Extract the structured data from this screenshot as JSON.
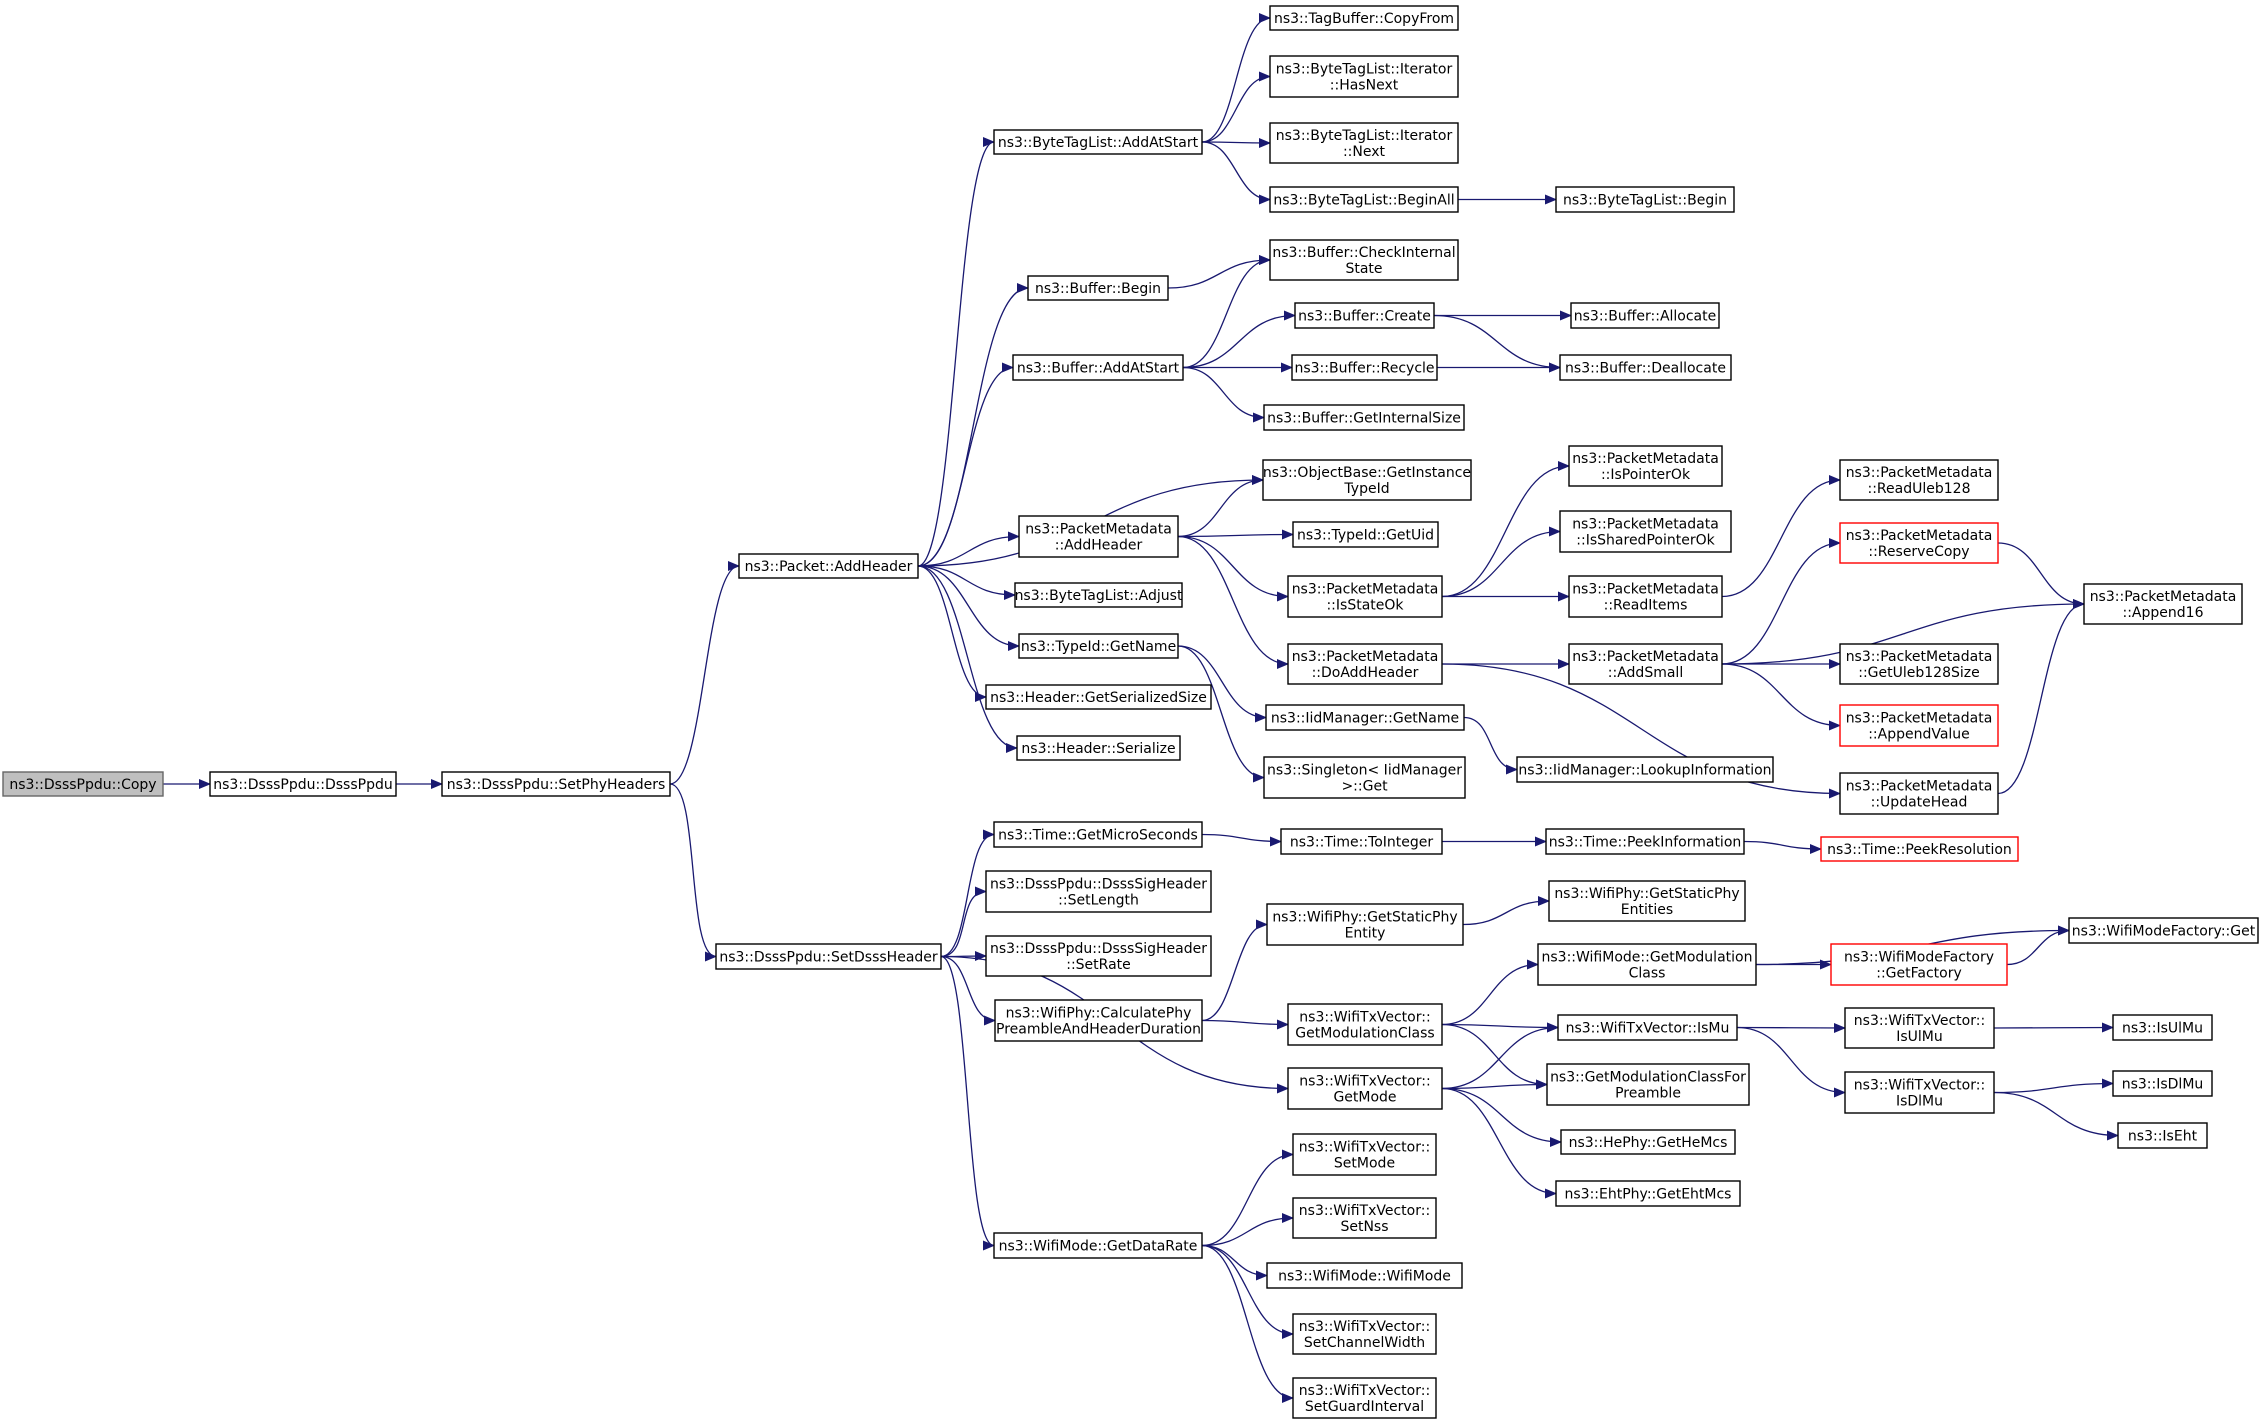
{
  "colors": {
    "edge": "#191970",
    "node_border": "#000000",
    "truncated_border": "#ff0000",
    "root_fill": "#bfbfbf"
  },
  "nodes": [
    {
      "id": "copy",
      "lines": [
        "ns3::DsssPpdu::Copy"
      ],
      "root": true
    },
    {
      "id": "ctor",
      "lines": [
        "ns3::DsssPpdu::DsssPpdu"
      ]
    },
    {
      "id": "setphy",
      "lines": [
        "ns3::DsssPpdu::SetPhyHeaders"
      ]
    },
    {
      "id": "addheader",
      "lines": [
        "ns3::Packet::AddHeader"
      ]
    },
    {
      "id": "setdsss",
      "lines": [
        "ns3::DsssPpdu::SetDsssHeader"
      ]
    },
    {
      "id": "btl_addatstart",
      "lines": [
        "ns3::ByteTagList::AddAtStart"
      ]
    },
    {
      "id": "buf_begin",
      "lines": [
        "ns3::Buffer::Begin"
      ]
    },
    {
      "id": "buf_addatstart",
      "lines": [
        "ns3::Buffer::AddAtStart"
      ]
    },
    {
      "id": "pm_addheader",
      "lines": [
        "ns3::PacketMetadata",
        "::AddHeader"
      ]
    },
    {
      "id": "btl_adjust",
      "lines": [
        "ns3::ByteTagList::Adjust"
      ]
    },
    {
      "id": "typeid_getname",
      "lines": [
        "ns3::TypeId::GetName"
      ]
    },
    {
      "id": "hdr_getser",
      "lines": [
        "ns3::Header::GetSerializedSize"
      ]
    },
    {
      "id": "hdr_ser",
      "lines": [
        "ns3::Header::Serialize"
      ]
    },
    {
      "id": "tag_copyfrom",
      "lines": [
        "ns3::TagBuffer::CopyFrom"
      ]
    },
    {
      "id": "it_hasnext",
      "lines": [
        "ns3::ByteTagList::Iterator",
        "::HasNext"
      ]
    },
    {
      "id": "it_next",
      "lines": [
        "ns3::ByteTagList::Iterator",
        "::Next"
      ]
    },
    {
      "id": "btl_beginall",
      "lines": [
        "ns3::ByteTagList::BeginAll"
      ]
    },
    {
      "id": "btl_begin",
      "lines": [
        "ns3::ByteTagList::Begin"
      ]
    },
    {
      "id": "buf_check",
      "lines": [
        "ns3::Buffer::CheckInternal",
        "State"
      ]
    },
    {
      "id": "buf_create",
      "lines": [
        "ns3::Buffer::Create"
      ]
    },
    {
      "id": "buf_recycle",
      "lines": [
        "ns3::Buffer::Recycle"
      ]
    },
    {
      "id": "buf_getint",
      "lines": [
        "ns3::Buffer::GetInternalSize"
      ]
    },
    {
      "id": "buf_alloc",
      "lines": [
        "ns3::Buffer::Allocate"
      ]
    },
    {
      "id": "buf_dealloc",
      "lines": [
        "ns3::Buffer::Deallocate"
      ]
    },
    {
      "id": "ob_getinst",
      "lines": [
        "ns3::ObjectBase::GetInstance",
        "TypeId"
      ]
    },
    {
      "id": "typeid_getuid",
      "lines": [
        "ns3::TypeId::GetUid"
      ]
    },
    {
      "id": "pm_isstateok",
      "lines": [
        "ns3::PacketMetadata",
        "::IsStateOk"
      ]
    },
    {
      "id": "pm_doadd",
      "lines": [
        "ns3::PacketMetadata",
        "::DoAddHeader"
      ]
    },
    {
      "id": "iid_getname",
      "lines": [
        "ns3::IidManager::GetName"
      ]
    },
    {
      "id": "singleton_get",
      "lines": [
        "ns3::Singleton< IidManager",
        ">::Get"
      ]
    },
    {
      "id": "pm_isptr",
      "lines": [
        "ns3::PacketMetadata",
        "::IsPointerOk"
      ]
    },
    {
      "id": "pm_isshared",
      "lines": [
        "ns3::PacketMetadata",
        "::IsSharedPointerOk"
      ]
    },
    {
      "id": "pm_readitems",
      "lines": [
        "ns3::PacketMetadata",
        "::ReadItems"
      ]
    },
    {
      "id": "pm_addsmall",
      "lines": [
        "ns3::PacketMetadata",
        "::AddSmall"
      ]
    },
    {
      "id": "iid_lookup",
      "lines": [
        "ns3::IidManager::LookupInformation"
      ]
    },
    {
      "id": "pm_readuleb",
      "lines": [
        "ns3::PacketMetadata",
        "::ReadUleb128"
      ]
    },
    {
      "id": "pm_reservecopy",
      "lines": [
        "ns3::PacketMetadata",
        "::ReserveCopy"
      ],
      "red": true
    },
    {
      "id": "pm_getuleb",
      "lines": [
        "ns3::PacketMetadata",
        "::GetUleb128Size"
      ]
    },
    {
      "id": "pm_appendvalue",
      "lines": [
        "ns3::PacketMetadata",
        "::AppendValue"
      ],
      "red": true
    },
    {
      "id": "pm_updatehead",
      "lines": [
        "ns3::PacketMetadata",
        "::UpdateHead"
      ]
    },
    {
      "id": "pm_append16",
      "lines": [
        "ns3::PacketMetadata",
        "::Append16"
      ]
    },
    {
      "id": "time_getmicro",
      "lines": [
        "ns3::Time::GetMicroSeconds"
      ]
    },
    {
      "id": "sig_setlength",
      "lines": [
        "ns3::DsssPpdu::DsssSigHeader",
        "::SetLength"
      ]
    },
    {
      "id": "sig_setrate",
      "lines": [
        "ns3::DsssPpdu::DsssSigHeader",
        "::SetRate"
      ]
    },
    {
      "id": "phy_calc",
      "lines": [
        "ns3::WifiPhy::CalculatePhy",
        "PreambleAndHeaderDuration"
      ]
    },
    {
      "id": "wm_getdatarate",
      "lines": [
        "ns3::WifiMode::GetDataRate"
      ]
    },
    {
      "id": "time_toint",
      "lines": [
        "ns3::Time::ToInteger"
      ]
    },
    {
      "id": "time_peekinfo",
      "lines": [
        "ns3::Time::PeekInformation"
      ]
    },
    {
      "id": "time_peekres",
      "lines": [
        "ns3::Time::PeekResolution"
      ],
      "red": true
    },
    {
      "id": "phy_getstatic",
      "lines": [
        "ns3::WifiPhy::GetStaticPhy",
        "Entity"
      ]
    },
    {
      "id": "phy_getstatics",
      "lines": [
        "ns3::WifiPhy::GetStaticPhy",
        "Entities"
      ]
    },
    {
      "id": "txv_getmodclass",
      "lines": [
        "ns3::WifiTxVector::",
        "GetModulationClass"
      ]
    },
    {
      "id": "txv_getmode",
      "lines": [
        "ns3::WifiTxVector::",
        "GetMode"
      ]
    },
    {
      "id": "wm_getmodclass",
      "lines": [
        "ns3::WifiMode::GetModulation",
        "Class"
      ]
    },
    {
      "id": "txv_ismu",
      "lines": [
        "ns3::WifiTxVector::IsMu"
      ]
    },
    {
      "id": "getmodpre",
      "lines": [
        "ns3::GetModulationClassFor",
        "Preamble"
      ]
    },
    {
      "id": "he_getmcs",
      "lines": [
        "ns3::HePhy::GetHeMcs"
      ]
    },
    {
      "id": "eht_getmcs",
      "lines": [
        "ns3::EhtPhy::GetEhtMcs"
      ]
    },
    {
      "id": "wmf_getfactory",
      "lines": [
        "ns3::WifiModeFactory",
        "::GetFactory"
      ],
      "red": true
    },
    {
      "id": "wmf_get",
      "lines": [
        "ns3::WifiModeFactory::Get"
      ]
    },
    {
      "id": "txv_isulmu",
      "lines": [
        "ns3::WifiTxVector::",
        "IsUlMu"
      ]
    },
    {
      "id": "txv_isdlmu",
      "lines": [
        "ns3::WifiTxVector::",
        "IsDlMu"
      ]
    },
    {
      "id": "isulmu",
      "lines": [
        "ns3::IsUlMu"
      ]
    },
    {
      "id": "isdlmu",
      "lines": [
        "ns3::IsDlMu"
      ]
    },
    {
      "id": "iseht",
      "lines": [
        "ns3::IsEht"
      ]
    },
    {
      "id": "txv_setmode",
      "lines": [
        "ns3::WifiTxVector::",
        "SetMode"
      ]
    },
    {
      "id": "txv_setnss",
      "lines": [
        "ns3::WifiTxVector::",
        "SetNss"
      ]
    },
    {
      "id": "wm_wifimode",
      "lines": [
        "ns3::WifiMode::WifiMode"
      ]
    },
    {
      "id": "txv_setcw",
      "lines": [
        "ns3::WifiTxVector::",
        "SetChannelWidth"
      ]
    },
    {
      "id": "txv_setgi",
      "lines": [
        "ns3::WifiTxVector::",
        "SetGuardInterval"
      ]
    }
  ],
  "edges": [
    [
      "copy",
      "ctor"
    ],
    [
      "ctor",
      "setphy"
    ],
    [
      "setphy",
      "addheader"
    ],
    [
      "setphy",
      "setdsss"
    ],
    [
      "addheader",
      "btl_addatstart"
    ],
    [
      "addheader",
      "buf_begin"
    ],
    [
      "addheader",
      "buf_addatstart"
    ],
    [
      "addheader",
      "ob_getinst"
    ],
    [
      "addheader",
      "pm_addheader"
    ],
    [
      "addheader",
      "btl_adjust"
    ],
    [
      "addheader",
      "typeid_getname"
    ],
    [
      "addheader",
      "hdr_getser"
    ],
    [
      "addheader",
      "hdr_ser"
    ],
    [
      "btl_addatstart",
      "tag_copyfrom"
    ],
    [
      "btl_addatstart",
      "it_hasnext"
    ],
    [
      "btl_addatstart",
      "it_next"
    ],
    [
      "btl_addatstart",
      "btl_beginall"
    ],
    [
      "btl_beginall",
      "btl_begin"
    ],
    [
      "buf_begin",
      "buf_check"
    ],
    [
      "buf_addatstart",
      "buf_check"
    ],
    [
      "buf_addatstart",
      "buf_create"
    ],
    [
      "buf_addatstart",
      "buf_recycle"
    ],
    [
      "buf_addatstart",
      "buf_getint"
    ],
    [
      "buf_create",
      "buf_alloc"
    ],
    [
      "buf_create",
      "buf_dealloc"
    ],
    [
      "buf_recycle",
      "buf_dealloc"
    ],
    [
      "pm_addheader",
      "ob_getinst"
    ],
    [
      "pm_addheader",
      "typeid_getuid"
    ],
    [
      "pm_addheader",
      "pm_isstateok"
    ],
    [
      "pm_addheader",
      "pm_doadd"
    ],
    [
      "typeid_getname",
      "iid_getname"
    ],
    [
      "typeid_getname",
      "singleton_get"
    ],
    [
      "iid_getname",
      "iid_lookup"
    ],
    [
      "pm_isstateok",
      "pm_isptr"
    ],
    [
      "pm_isstateok",
      "pm_isshared"
    ],
    [
      "pm_isstateok",
      "pm_readitems"
    ],
    [
      "pm_readitems",
      "pm_readuleb"
    ],
    [
      "pm_doadd",
      "pm_addsmall"
    ],
    [
      "pm_doadd",
      "pm_updatehead"
    ],
    [
      "pm_addsmall",
      "pm_reservecopy"
    ],
    [
      "pm_addsmall",
      "pm_append16"
    ],
    [
      "pm_addsmall",
      "pm_getuleb"
    ],
    [
      "pm_addsmall",
      "pm_appendvalue"
    ],
    [
      "pm_reservecopy",
      "pm_append16"
    ],
    [
      "pm_updatehead",
      "pm_append16"
    ],
    [
      "setdsss",
      "time_getmicro"
    ],
    [
      "setdsss",
      "sig_setlength"
    ],
    [
      "setdsss",
      "sig_setrate"
    ],
    [
      "setdsss",
      "phy_calc"
    ],
    [
      "setdsss",
      "txv_getmode"
    ],
    [
      "setdsss",
      "wm_getdatarate"
    ],
    [
      "time_getmicro",
      "time_toint"
    ],
    [
      "time_toint",
      "time_peekinfo"
    ],
    [
      "time_peekinfo",
      "time_peekres"
    ],
    [
      "phy_calc",
      "phy_getstatic"
    ],
    [
      "phy_calc",
      "txv_getmodclass"
    ],
    [
      "phy_getstatic",
      "phy_getstatics"
    ],
    [
      "txv_getmodclass",
      "wm_getmodclass"
    ],
    [
      "txv_getmodclass",
      "txv_ismu"
    ],
    [
      "txv_getmodclass",
      "getmodpre"
    ],
    [
      "txv_getmode",
      "txv_ismu"
    ],
    [
      "txv_getmode",
      "getmodpre"
    ],
    [
      "txv_getmode",
      "he_getmcs"
    ],
    [
      "txv_getmode",
      "eht_getmcs"
    ],
    [
      "wm_getmodclass",
      "wmf_getfactory"
    ],
    [
      "wm_getmodclass",
      "wmf_get"
    ],
    [
      "wmf_getfactory",
      "wmf_get"
    ],
    [
      "txv_ismu",
      "txv_isulmu"
    ],
    [
      "txv_ismu",
      "txv_isdlmu"
    ],
    [
      "txv_isulmu",
      "isulmu"
    ],
    [
      "txv_isdlmu",
      "isdlmu"
    ],
    [
      "txv_isdlmu",
      "iseht"
    ],
    [
      "wm_getdatarate",
      "txv_setmode"
    ],
    [
      "wm_getdatarate",
      "txv_setnss"
    ],
    [
      "wm_getdatarate",
      "wm_wifimode"
    ],
    [
      "wm_getdatarate",
      "txv_setcw"
    ],
    [
      "wm_getdatarate",
      "txv_setgi"
    ]
  ]
}
